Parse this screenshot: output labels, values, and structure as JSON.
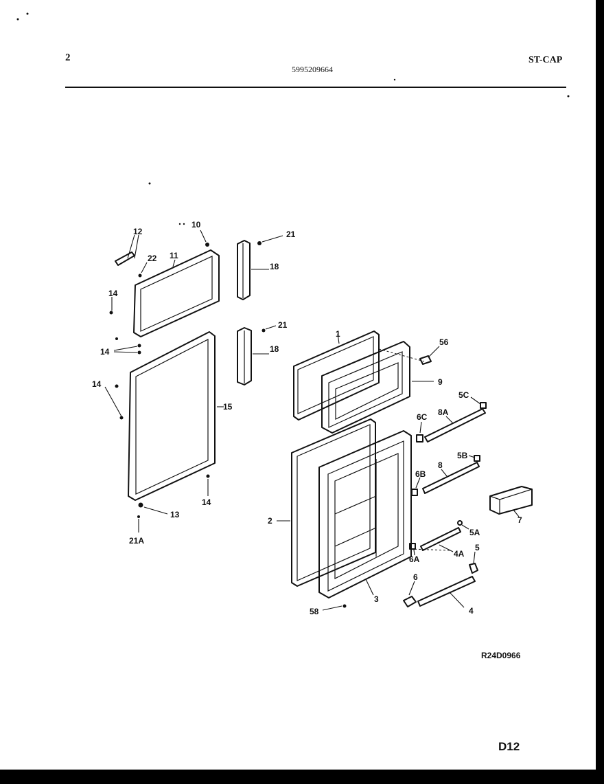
{
  "header": {
    "page_number": "2",
    "document_number": "5995209664",
    "model_code": "ST-CAP"
  },
  "diagram": {
    "part_labels": [
      "12",
      "10",
      "21",
      "22",
      "11",
      "18",
      "14",
      "21",
      "18",
      "14",
      "1",
      "56",
      "14",
      "9",
      "15",
      "5C",
      "6C",
      "8A",
      "5B",
      "6B",
      "8",
      "14",
      "13",
      "7",
      "2",
      "21A",
      "5A",
      "6A",
      "4A",
      "5",
      "6",
      "3",
      "58",
      "4"
    ]
  },
  "footer": {
    "reference_code": "R24D0966",
    "page_code": "D12"
  }
}
